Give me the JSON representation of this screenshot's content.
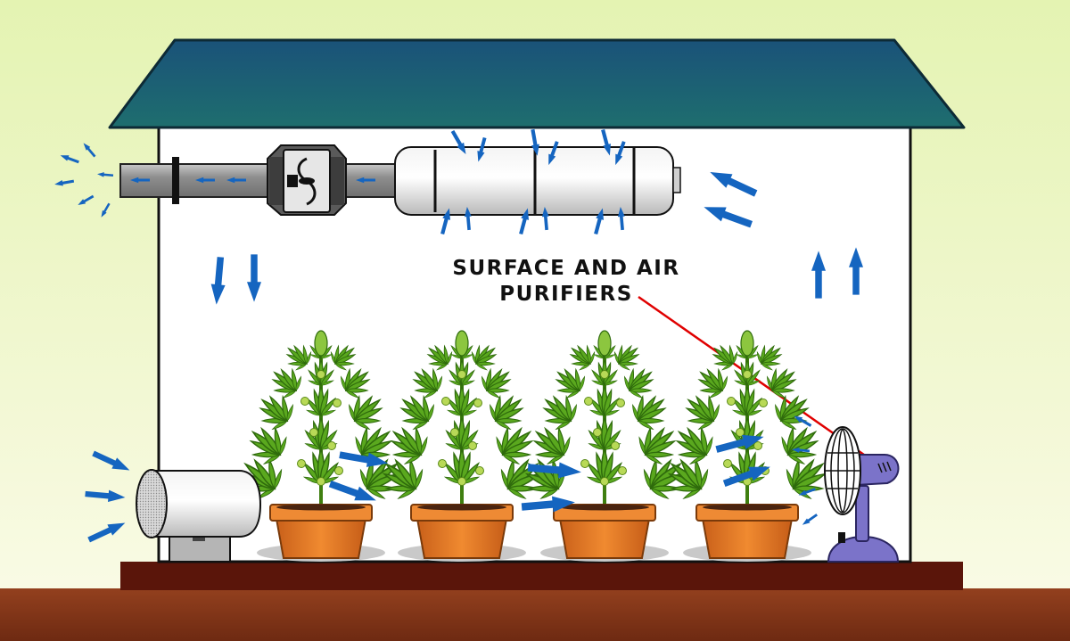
{
  "diagram": {
    "label_lines": [
      "SURFACE AND AIR",
      "PURIFIERS"
    ],
    "plant_count": 4
  },
  "colors": {
    "background_top": "#e4f3b2",
    "background_bottom": "#fbfbe9",
    "roof": "#1a5e6e",
    "wall": "#ffffff",
    "floor": "#5a150a",
    "ground": "#8a3a1c",
    "arrow": "#1565c0",
    "pointer_line": "#e00000",
    "pot": "#e67a22",
    "leaf": "#5aa81e",
    "fan_body": "#7b73c9"
  },
  "icons": {
    "exhaust_fan": "inline-fan-icon",
    "carbon_filter": "carbon-filter-icon",
    "intake_blower": "intake-blower-icon",
    "oscillating_fan": "oscillating-fan-icon",
    "plant": "cannabis-plant-icon",
    "airflow": "airflow-arrow-icon"
  }
}
